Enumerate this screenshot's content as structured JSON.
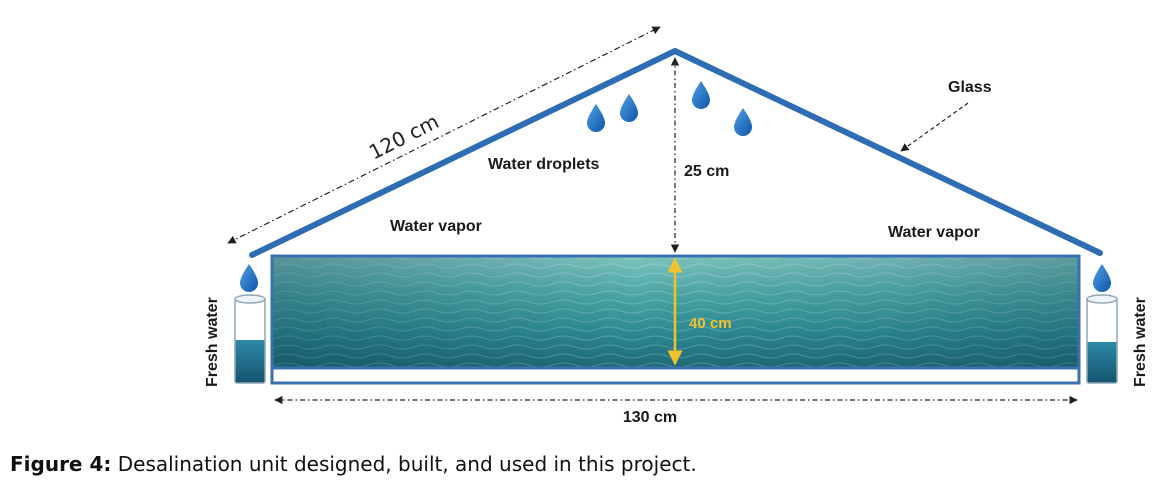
{
  "labels": {
    "slant_length": "120 cm",
    "height": "25 cm",
    "water_depth": "40 cm",
    "width": "130 cm",
    "water_droplets": "Water droplets",
    "water_vapor_left": "Water vapor",
    "water_vapor_right": "Water vapor",
    "glass": "Glass",
    "fresh_water_left": "Fresh water",
    "fresh_water_right": "Fresh water"
  },
  "caption": {
    "number": "Figure 4:",
    "text": " Desalination unit designed, built, and used in this project."
  },
  "colors": {
    "roof": "#2e6db4",
    "basin_border": "#3a6fb0",
    "water_dark": "#1f6f7a",
    "water_light": "#4fb3ad",
    "droplet": "#1f6fbf",
    "dimension_line": "#222222",
    "depth_arrow": "#f2c12e"
  }
}
